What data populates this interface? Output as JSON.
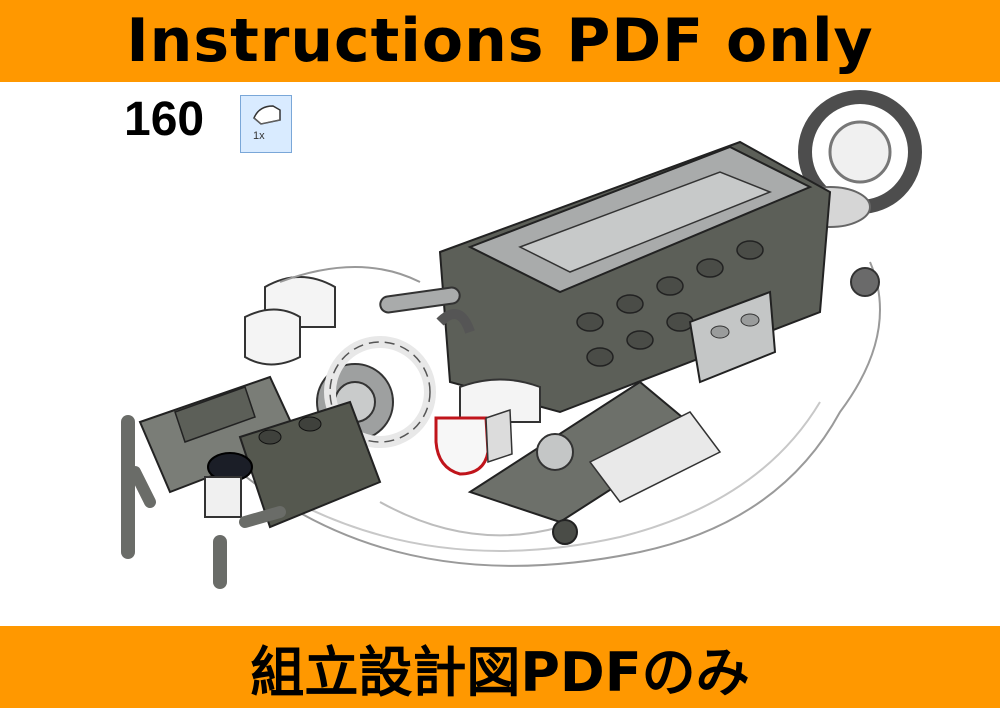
{
  "header": {
    "title": "Instructions PDF only"
  },
  "footer": {
    "title": "組立設計図PDFのみ"
  },
  "step": {
    "number": "160",
    "part_quantity": "1x"
  },
  "colors": {
    "banner": "#ff9800",
    "callout_bg": "#d9ebff",
    "dark_gray": "#5c5f58",
    "light_gray": "#a9abab",
    "white_part": "#f4f4f4",
    "highlight": "#c0141b"
  },
  "parts": [
    {
      "name": "curved-slope-tile",
      "color": "white",
      "quantity": "1x"
    }
  ]
}
